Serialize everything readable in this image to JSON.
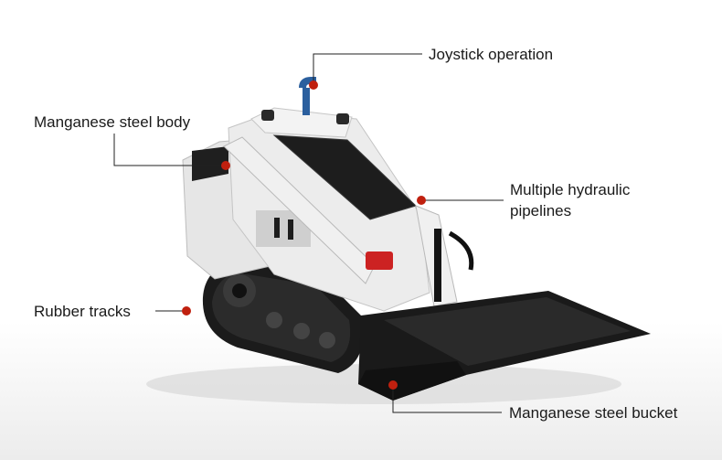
{
  "callouts": {
    "joystick": "Joystick operation",
    "body": "Manganese steel body",
    "hydraulic_line1": "Multiple hydraulic",
    "hydraulic_line2": "pipelines",
    "tracks": "Rubber tracks",
    "bucket": "Manganese steel bucket"
  },
  "colors": {
    "marker": "#c0200f",
    "leader": "#222222",
    "machine_white": "#e9e9e9",
    "machine_black": "#1b1b1b",
    "joystick": "#2b5f9e"
  }
}
